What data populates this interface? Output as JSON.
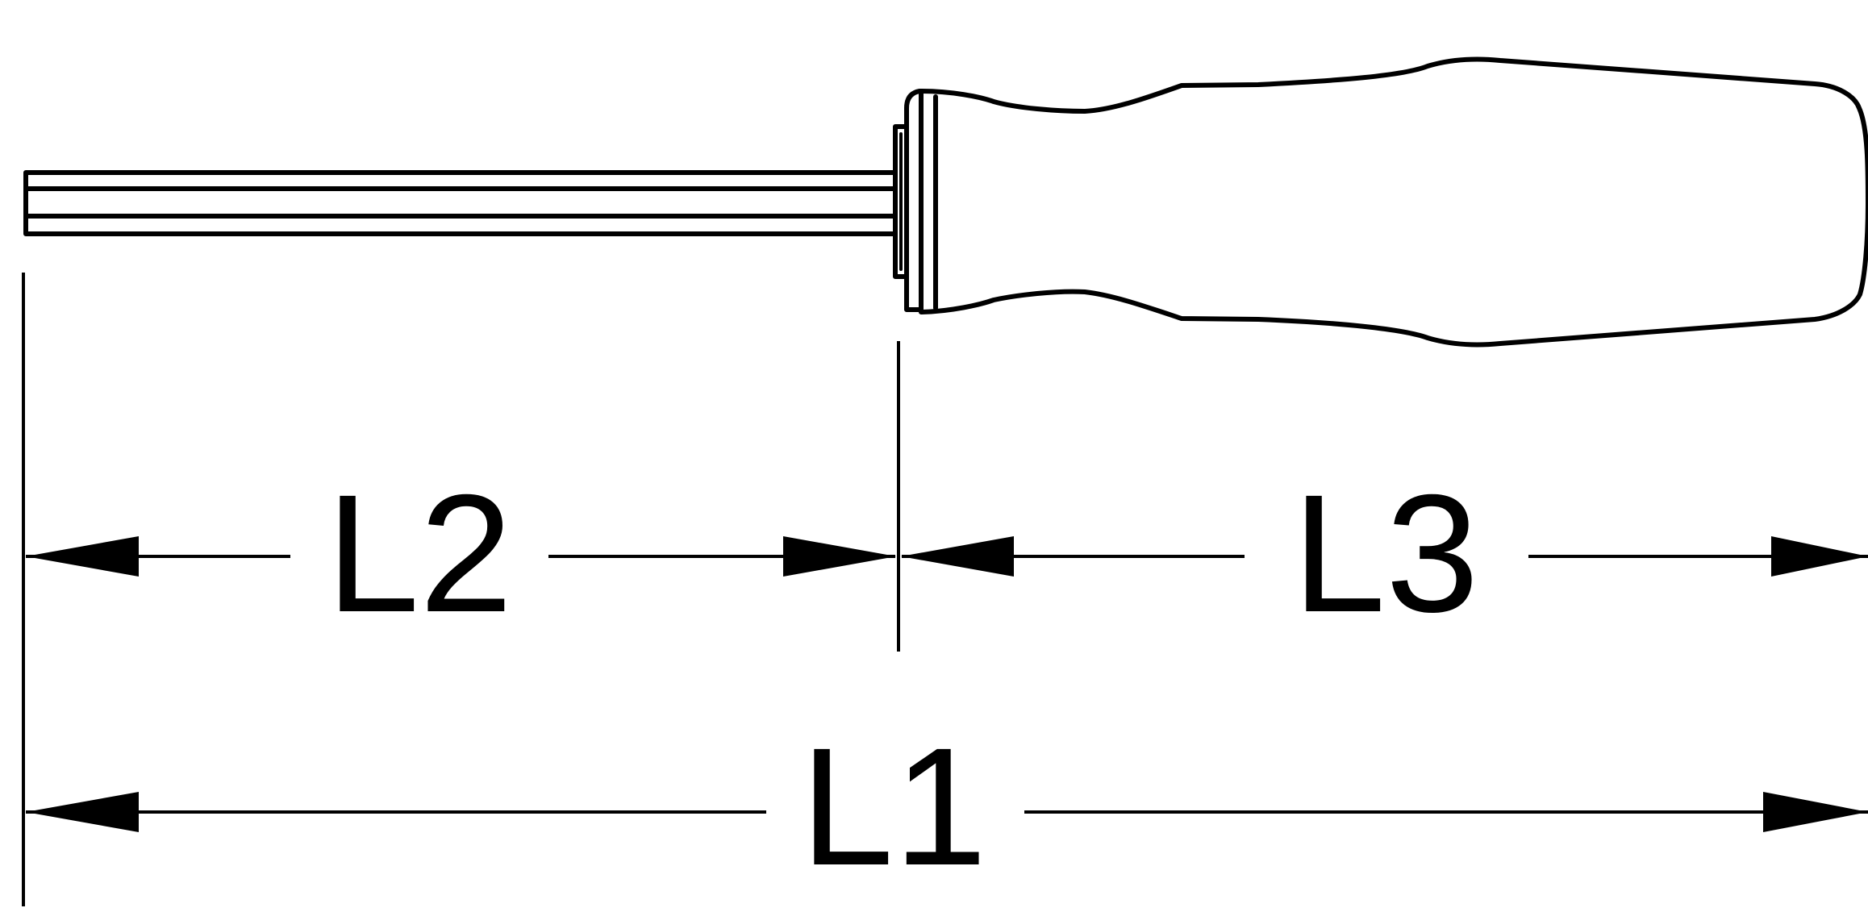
{
  "colors": {
    "line": "#000000",
    "background": "#ffffff"
  },
  "dimensions": {
    "l2": "L2",
    "l3": "L3",
    "l1": "L1"
  }
}
